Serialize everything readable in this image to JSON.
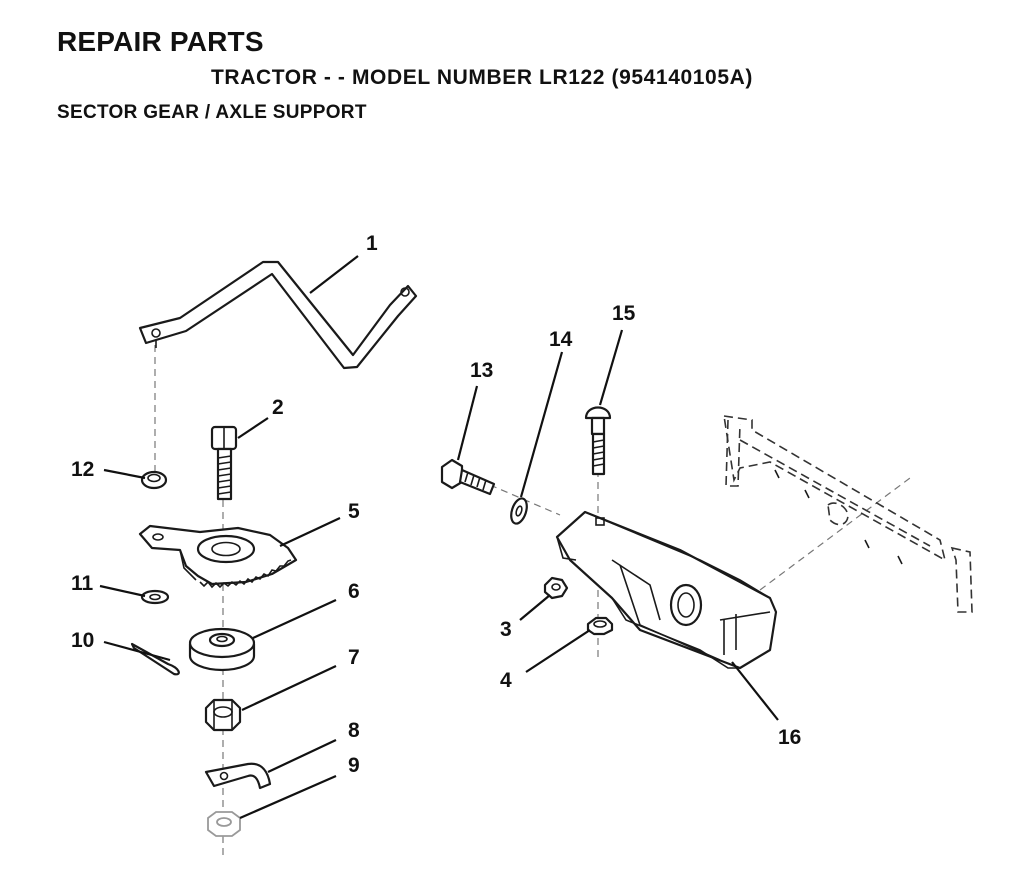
{
  "header": {
    "title": "REPAIR PARTS",
    "subtitle": "TRACTOR - - MODEL NUMBER LR122 (954140105A)",
    "section": "SECTOR GEAR / AXLE SUPPORT"
  },
  "callouts": [
    "1",
    "2",
    "3",
    "4",
    "5",
    "6",
    "7",
    "8",
    "9",
    "10",
    "11",
    "12",
    "13",
    "14",
    "15",
    "16"
  ]
}
